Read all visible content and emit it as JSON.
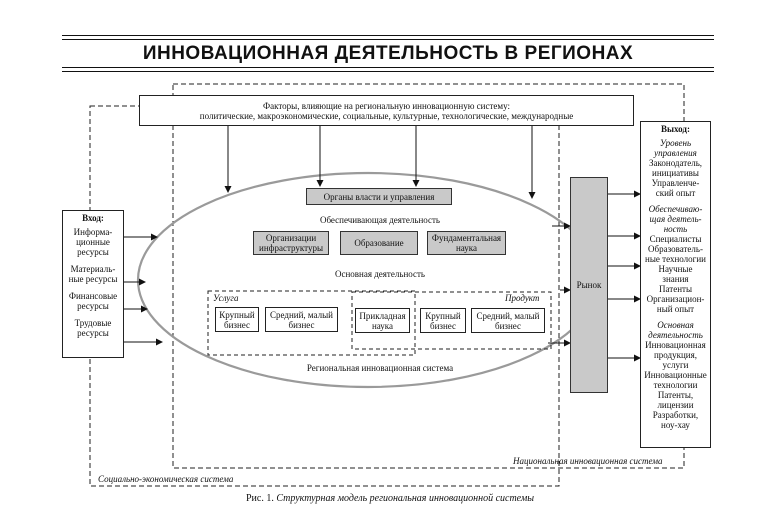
{
  "title": "ИННОВАЦИОННАЯ ДЕЯТЕЛЬНОСТЬ В РЕГИОНАХ",
  "factors": {
    "line1": "Факторы, влияющие на региональную инновационную систему:",
    "line2": "политические, макроэкономические, социальные, культурные, технологические, международные"
  },
  "authorities": "Органы власти и управления",
  "supporting_activity": "Обеспечивающая деятельность",
  "supporting_items": [
    "Организации инфраструктуры",
    "Образование",
    "Фундаментальная наука"
  ],
  "main_activity": "Основная деятельность",
  "service_label": "Услуга",
  "product_label": "Продукт",
  "service_items": [
    "Крупный бизнес",
    "Средний, малый бизнес"
  ],
  "applied_science": "Прикладная наука",
  "product_items": [
    "Крупный бизнес",
    "Средний, малый бизнес"
  ],
  "regional_system": "Региональная инновационная система",
  "national_system": "Национальная инновационная система",
  "socio_system": "Социально-экономическая система",
  "market": "Рынок",
  "input": {
    "header": "Вход:",
    "items": [
      "Информа-\nционные\nресурсы",
      "Материаль-\nные ресурсы",
      "Финансовые\nресурсы",
      "Трудовые\nресурсы"
    ]
  },
  "output": {
    "header": "Выход:",
    "groups": [
      {
        "heading": "Уровень\nуправления",
        "items": [
          "Законодатель,\nинициативы",
          "Управленче-\nский опыт"
        ]
      },
      {
        "heading": "Обеспечиваю-\nщая деятель-\nность",
        "items": [
          "Специалисты",
          "Образователь-\nные технологии",
          "Научные\nзнания",
          "Патенты",
          "Организацион-\nный опыт"
        ]
      },
      {
        "heading": "Основная\nдеятельность",
        "items": [
          "Инновационная\nпродукция,\nуслуги",
          "Инновационные\nтехнологии",
          "Патенты,\nлицензии",
          "Разработки,\nноу-хау"
        ]
      }
    ]
  },
  "caption": {
    "prefix": "Рис. 1.",
    "text": "Структурная модель региональная инновационной системы"
  }
}
